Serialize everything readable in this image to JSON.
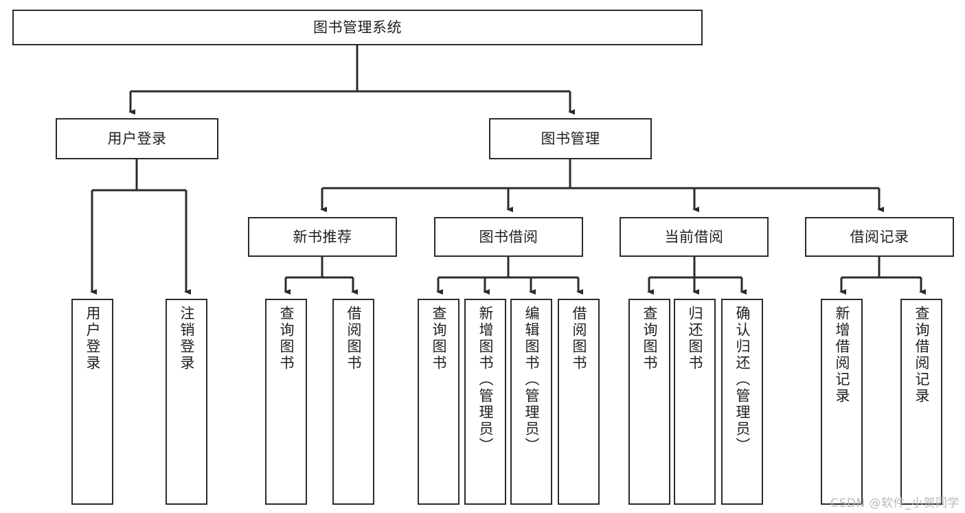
{
  "diagram": {
    "type": "tree",
    "title": "图书管理系统",
    "watermark": "CSDN @软件_小贺同学",
    "colors": {
      "box_border": "#2b2b2b",
      "box_fill": "#ffffff",
      "connector": "#2b2b2b",
      "text": "#1f1f1f",
      "watermark": "#b9b9b9",
      "background": "#ffffff"
    },
    "root": {
      "label": "图书管理系统"
    },
    "level2": [
      {
        "label": "用户登录"
      },
      {
        "label": "图书管理"
      }
    ],
    "level3": [
      {
        "label": "新书推荐"
      },
      {
        "label": "图书借阅"
      },
      {
        "label": "当前借阅"
      },
      {
        "label": "借阅记录"
      }
    ],
    "leaves": {
      "user_login": [
        {
          "label": "用户登录"
        },
        {
          "label": "注销登录"
        }
      ],
      "new_book_recommend": [
        {
          "label": "查询图书"
        },
        {
          "label": "借阅图书"
        }
      ],
      "book_borrow": [
        {
          "label": "查询图书"
        },
        {
          "label": "新增图书（管理员）"
        },
        {
          "label": "编辑图书（管理员）"
        },
        {
          "label": "借阅图书"
        }
      ],
      "current_borrow": [
        {
          "label": "查询图书"
        },
        {
          "label": "归还图书"
        },
        {
          "label": "确认归还（管理员）"
        }
      ],
      "borrow_record": [
        {
          "label": "新增借阅记录"
        },
        {
          "label": "查询借阅记录"
        }
      ]
    }
  }
}
